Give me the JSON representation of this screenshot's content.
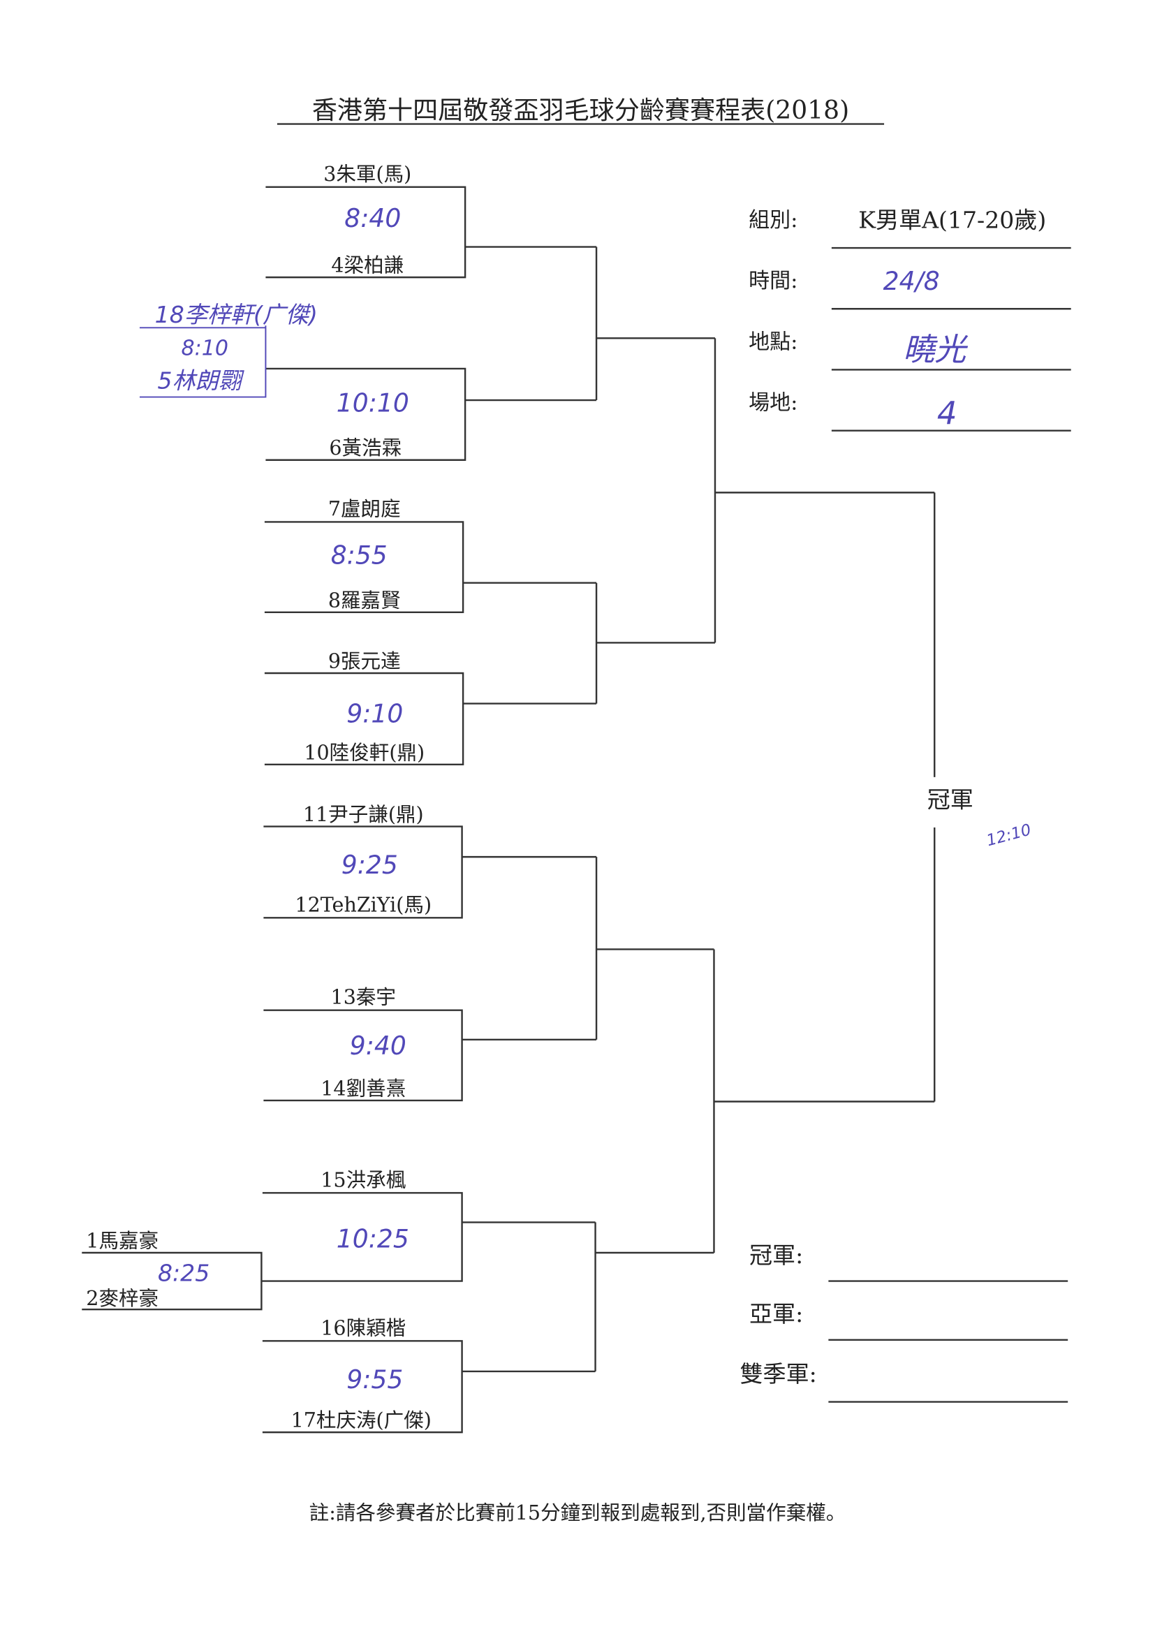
{
  "title": "香港第十四屆敬發盃羽毛球分齡賽賽程表(2018)",
  "info": {
    "group_label": "組別:",
    "group_value": "K男單A(17-20歲)",
    "time_label": "時間:",
    "time_value": "24/8",
    "venue_label": "地點:",
    "venue_value": "曉光",
    "court_label": "場地:",
    "court_value": "4"
  },
  "matches": [
    {
      "top": "3朱軍(馬)",
      "bottom": "4梁柏謙",
      "time": "8:40"
    },
    {
      "top": "",
      "bottom": "6黃浩霖",
      "time": "10:10"
    },
    {
      "top": "7盧朗庭",
      "bottom": "8羅嘉賢",
      "time": "8:55"
    },
    {
      "top": "9張元達",
      "bottom": "10陸俊軒(鼎)",
      "time": "9:10"
    },
    {
      "top": "11尹子謙(鼎)",
      "bottom": "12TehZiYi(馬)",
      "time": "9:25"
    },
    {
      "top": "13秦宇",
      "bottom": "14劉善熹",
      "time": "9:40"
    },
    {
      "top": "15洪承楓",
      "bottom": "",
      "time": "10:25"
    },
    {
      "top": "16陳穎楷",
      "bottom": "17杜庆涛(广傑)",
      "time": "9:55"
    }
  ],
  "prelim_handwritten": {
    "top": "18李梓軒(广傑)",
    "time": "8:10",
    "bottom": "5林朗翾"
  },
  "prelim_printed": {
    "top": "1馬嘉豪",
    "time": "8:25",
    "bottom": "2麥梓豪"
  },
  "final": {
    "label": "冠軍",
    "time": "12:10"
  },
  "results": {
    "champion_label": "冠軍:",
    "runner_up_label": "亞軍:",
    "third_label": "雙季軍:"
  },
  "note": "註:請各參賽者於比賽前15分鐘到報到處報到,否則當作棄權。",
  "colors": {
    "ink": "#5148b8",
    "print": "#222222"
  }
}
